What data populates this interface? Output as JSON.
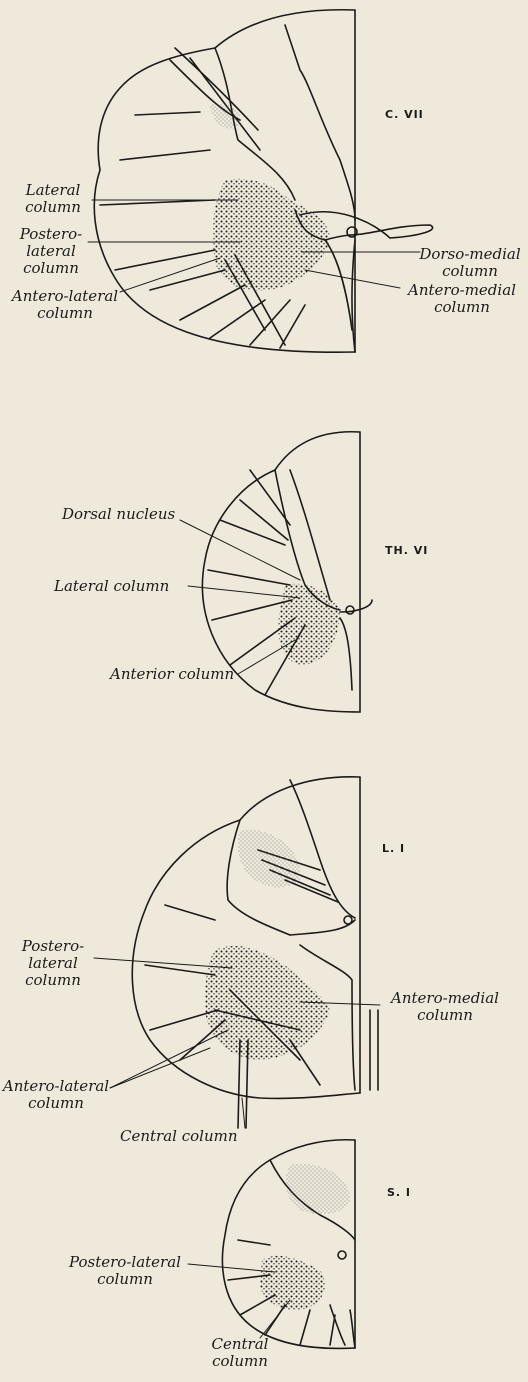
{
  "sections": [
    {
      "segment": "C. VII",
      "labels": {
        "lateral": [
          "Lateral",
          "column"
        ],
        "posterolateral": [
          "Postero-",
          "lateral",
          "column"
        ],
        "anterolateral": [
          "Antero-lateral",
          "column"
        ],
        "dorsomedial": [
          "Dorso-medial",
          "column"
        ],
        "anteromedial": [
          "Antero-medial",
          "column"
        ]
      }
    },
    {
      "segment": "TH. VI",
      "labels": {
        "dorsal": "Dorsal nucleus",
        "lateral": "Lateral column",
        "anterior": "Anterior column"
      }
    },
    {
      "segment": "L. I",
      "labels": {
        "posterolateral": [
          "Postero-",
          "lateral",
          "column"
        ],
        "anteromedial": [
          "Antero-medial",
          "column"
        ],
        "anterolateral": [
          "Antero-lateral",
          "column"
        ],
        "central": "Central column"
      }
    },
    {
      "segment": "S. I",
      "labels": {
        "posterolateral": [
          "Postero-lateral",
          "column"
        ],
        "central": [
          "Central",
          "column"
        ]
      }
    }
  ]
}
